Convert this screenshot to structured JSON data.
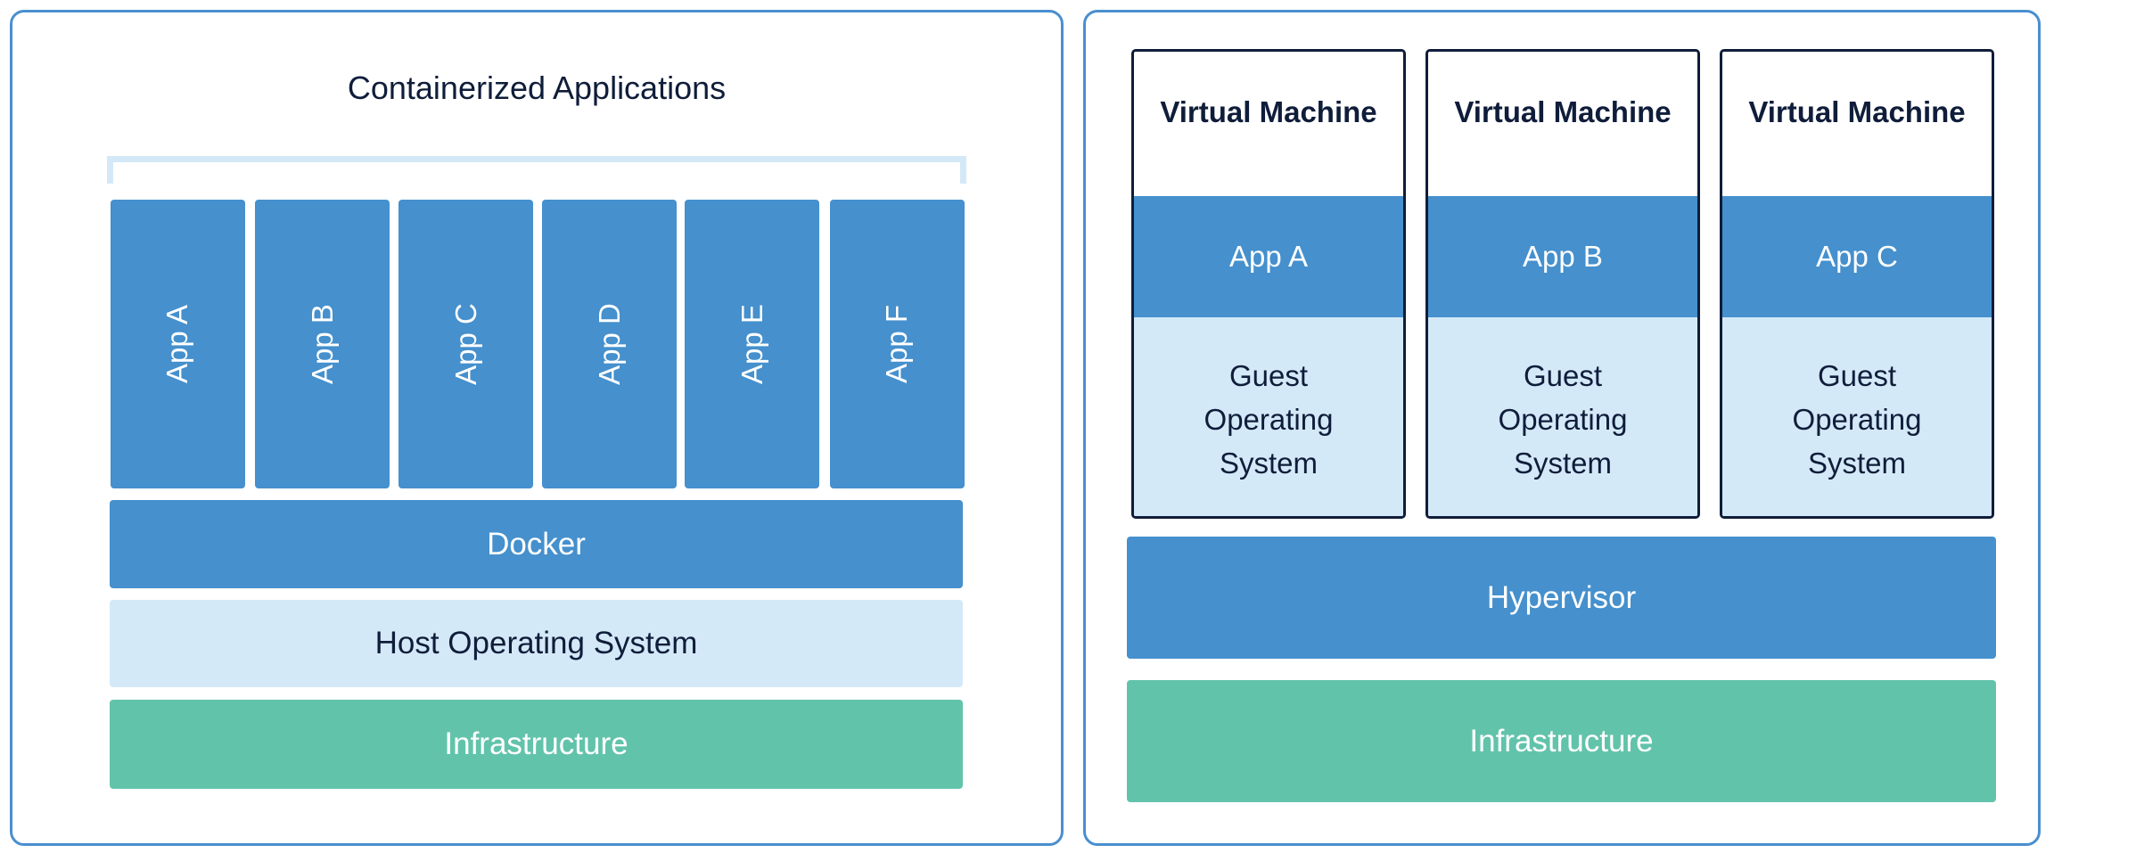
{
  "containers": {
    "title": "Containerized Applications",
    "apps": [
      "App A",
      "App B",
      "App C",
      "App D",
      "App E",
      "App F"
    ],
    "docker": "Docker",
    "host_os": "Host Operating System",
    "infrastructure": "Infrastructure"
  },
  "vms": {
    "machines": [
      {
        "title": "Virtual Machine",
        "app": "App A",
        "guest_os": [
          "Guest",
          "Operating",
          "System"
        ]
      },
      {
        "title": "Virtual Machine",
        "app": "App B",
        "guest_os": [
          "Guest",
          "Operating",
          "System"
        ]
      },
      {
        "title": "Virtual Machine",
        "app": "App C",
        "guest_os": [
          "Guest",
          "Operating",
          "System"
        ]
      }
    ],
    "hypervisor": "Hypervisor",
    "infrastructure": "Infrastructure"
  },
  "colors": {
    "app_blue": "#4590cd",
    "os_light": "#d4e9f8",
    "infra_green": "#62c3ab",
    "text_navy": "#0f1d3a",
    "panel_border": "#4a8fcf"
  }
}
